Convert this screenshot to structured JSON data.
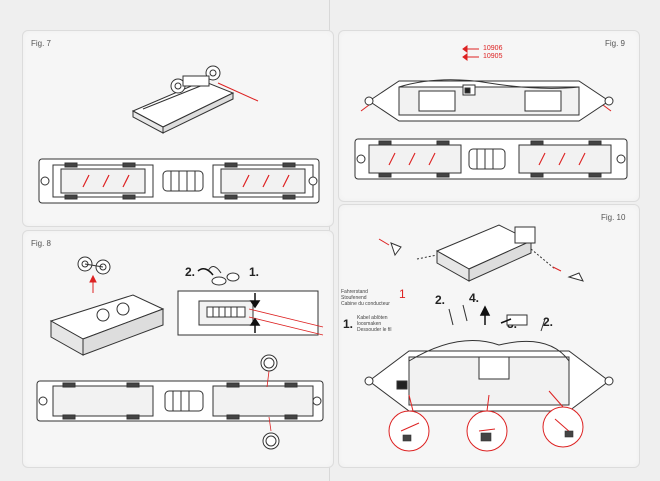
{
  "figures": {
    "fig7": {
      "label": "Fig. 7"
    },
    "fig8": {
      "label": "Fig. 8",
      "step1": "1.",
      "step2": "2."
    },
    "fig9": {
      "label": "Fig. 9",
      "part_a": "10906",
      "part_b": "10905"
    },
    "fig10": {
      "label": "Fig. 10",
      "step1": "1.",
      "step2": "2.",
      "step2b": "2.",
      "step3": "3.",
      "step4": "4.",
      "legend_ref": "1",
      "legend_lines": [
        "Fahrerstand",
        "Stoufenend",
        "Cabine du conducteur"
      ],
      "cable_note": [
        "Kabel ablöten",
        "loosmaken",
        "Dessouder le fil"
      ]
    }
  },
  "colors": {
    "line": "#333333",
    "accent": "#d22222",
    "panel": "#f6f6f6"
  }
}
